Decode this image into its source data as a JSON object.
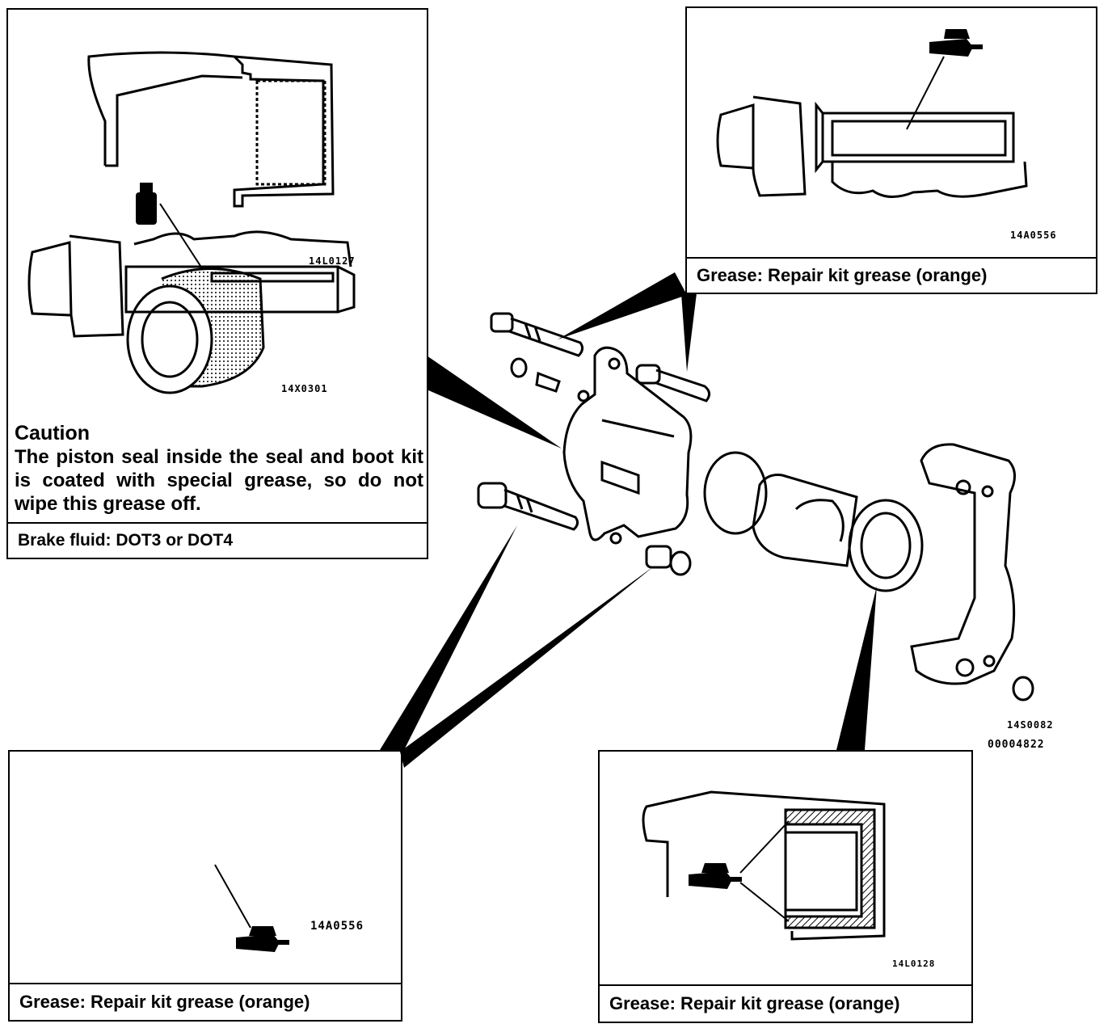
{
  "panels": {
    "top_left": {
      "ref_1": "14L0127",
      "ref_2": "14X0301",
      "caution_title": "Caution",
      "caution_text": "The piston seal inside the seal and boot kit is coated with special grease, so do not wipe this grease off.",
      "label": "Brake fluid: DOT3 or DOT4"
    },
    "top_right": {
      "ref": "14A0556",
      "label": "Grease: Repair kit grease (orange)"
    },
    "bottom_left": {
      "ref": "14A0556",
      "label": "Grease: Repair kit grease (orange)"
    },
    "bottom_right": {
      "ref": "14L0128",
      "label": "Grease: Repair kit grease (orange)"
    }
  },
  "main_refs": {
    "ref_1": "14S0082",
    "ref_2": "00004822"
  },
  "icons": [
    "brake-fluid-bottle-icon",
    "grease-tube-icon"
  ],
  "colors": {
    "ink": "#000000",
    "paper": "#ffffff"
  }
}
